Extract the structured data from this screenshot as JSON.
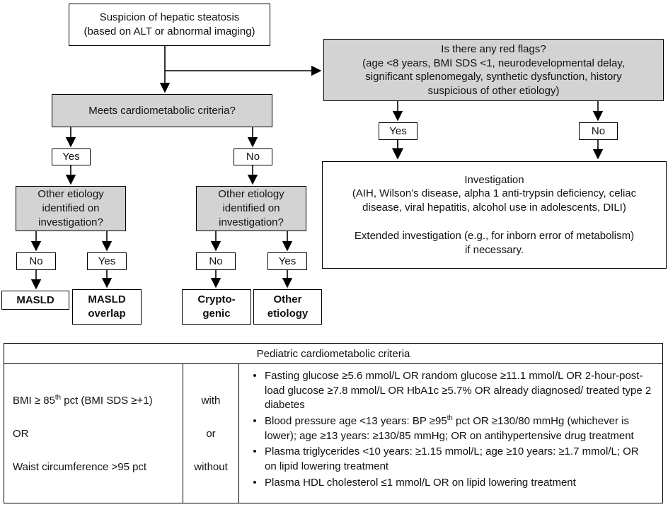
{
  "flowchart": {
    "start": "Suspicion of hepatic steatosis\n(based on ALT or abnormal imaging)",
    "red_flags": "Is there any red flags?\n(age <8 years, BMI SDS <1, neurodevelopmental delay,\nsignificant splenomegaly, synthetic dysfunction, history\nsuspicious of other etiology)",
    "meets_criteria": "Meets cardiometabolic criteria?",
    "yes_label": "Yes",
    "no_label": "No",
    "other_etiology_question": "Other etiology\nidentified on\ninvestigation?",
    "masld": "MASLD",
    "masld_overlap": "MASLD\noverlap",
    "cryptogenic": "Crypto-\ngenic",
    "other_etiology": "Other\netiology",
    "investigation": "Investigation\n(AIH, Wilson’s disease, alpha 1 anti-trypsin deficiency, celiac\ndisease, viral hepatitis, alcohol use in adolescents, DILI)\n\nExtended investigation (e.g., for inborn error of metabolism)\nif necessary."
  },
  "criteria_table": {
    "title": "Pediatric cardiometabolic criteria",
    "anthropometric": {
      "bmi_pre": "BMI ≥ 85",
      "bmi_sup": "th",
      "bmi_post": " pct (BMI SDS ≥+1)",
      "or": "OR",
      "waist": "Waist circumference >95 pct"
    },
    "connector": {
      "with": "with",
      "or": "or",
      "without": "without"
    },
    "criteria": [
      {
        "pre": "Fasting glucose ≥5.6 mmol/L OR random glucose ≥11.1 mmol/L OR 2-hour-post-load glucose ≥7.8 mmol/L OR HbA1c ≥5.7% OR already diagnosed/ treated type 2 diabetes",
        "sup": "",
        "post": ""
      },
      {
        "pre": "Blood pressure age <13 years: BP ≥95",
        "sup": "th",
        "post": " pct OR ≥130/80 mmHg (whichever is lower); age ≥13 years: ≥130/85 mmHg; OR on antihypertensive drug treatment"
      },
      {
        "pre": "Plasma triglycerides <10 years: ≥1.15 mmol/L; age ≥10 years: ≥1.7 mmol/L; OR on lipid lowering treatment",
        "sup": "",
        "post": ""
      },
      {
        "pre": "Plasma HDL cholesterol ≤1 mmol/L OR on lipid lowering treatment",
        "sup": "",
        "post": ""
      }
    ]
  },
  "colors": {
    "decision_fill": "#d3d3d3",
    "box_fill": "#ffffff",
    "line": "#000000",
    "text": "#111111"
  }
}
